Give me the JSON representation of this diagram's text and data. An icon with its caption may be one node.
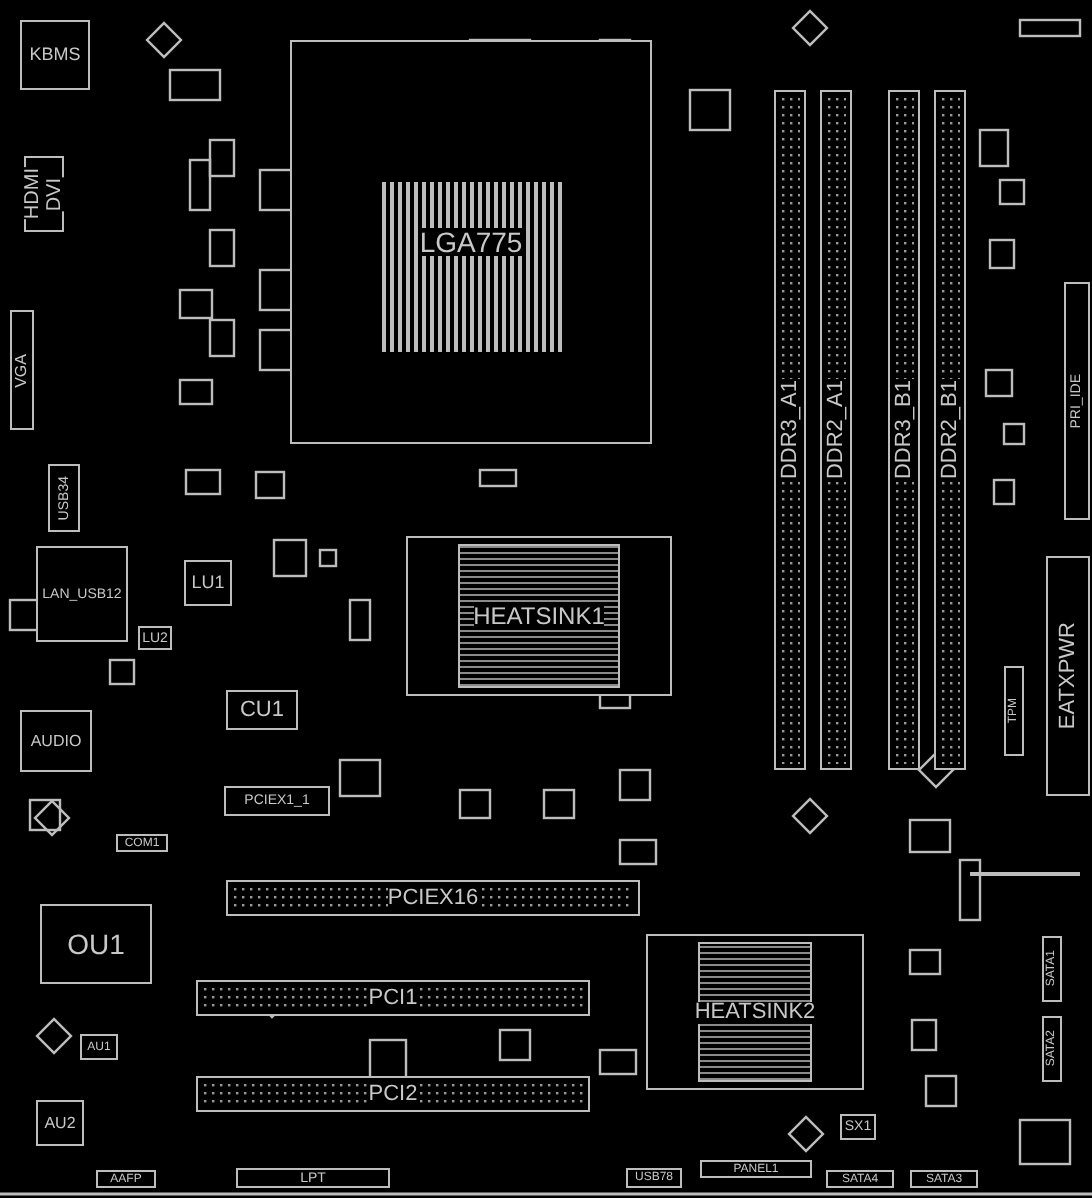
{
  "diagram": {
    "nodes": [
      {
        "text": [
          "KBMS"
        ]
      },
      {
        "text": [
          "HDMI",
          "DVI"
        ]
      },
      {
        "text": [
          "VGA"
        ]
      },
      {
        "text": [
          "USB34"
        ]
      },
      {
        "text": [
          "LAN_USB12"
        ]
      },
      {
        "text": [
          "LU1"
        ]
      },
      {
        "text": [
          "LU2"
        ]
      },
      {
        "text": [
          "AUDIO"
        ]
      },
      {
        "text": [
          "CU1"
        ]
      },
      {
        "text": [
          "PCIEX1_1"
        ]
      },
      {
        "text": [
          "COM1"
        ]
      },
      {
        "text": [
          "OU1"
        ]
      },
      {
        "text": [
          "AU1"
        ]
      },
      {
        "text": [
          "AU2"
        ]
      },
      {
        "text": [
          "AAFP"
        ]
      },
      {
        "text": [
          "LPT"
        ]
      },
      {
        "text": [
          "LGA775"
        ]
      },
      {
        "text": [
          "HEATSINK1"
        ]
      },
      {
        "text": [
          "DDR3_A1"
        ]
      },
      {
        "text": [
          "DDR2_A1"
        ]
      },
      {
        "text": [
          "DDR3_B1"
        ]
      },
      {
        "text": [
          "DDR2_B1"
        ]
      },
      {
        "text": [
          "PRI_IDE"
        ]
      },
      {
        "text": [
          "TPM"
        ]
      },
      {
        "text": [
          "EATXPWR"
        ]
      },
      {
        "text": [
          "PCIEX16"
        ]
      },
      {
        "text": [
          "PCI1"
        ]
      },
      {
        "text": [
          "PCI2"
        ]
      },
      {
        "text": [
          "HEATSINK2"
        ]
      },
      {
        "text": [
          "SATA1"
        ]
      },
      {
        "text": [
          "SATA2"
        ]
      },
      {
        "text": [
          "SX1"
        ]
      },
      {
        "text": [
          "USB78"
        ]
      },
      {
        "text": [
          "PANEL1"
        ]
      },
      {
        "text": [
          "SATA4"
        ]
      },
      {
        "text": [
          "SATA3"
        ]
      }
    ]
  }
}
